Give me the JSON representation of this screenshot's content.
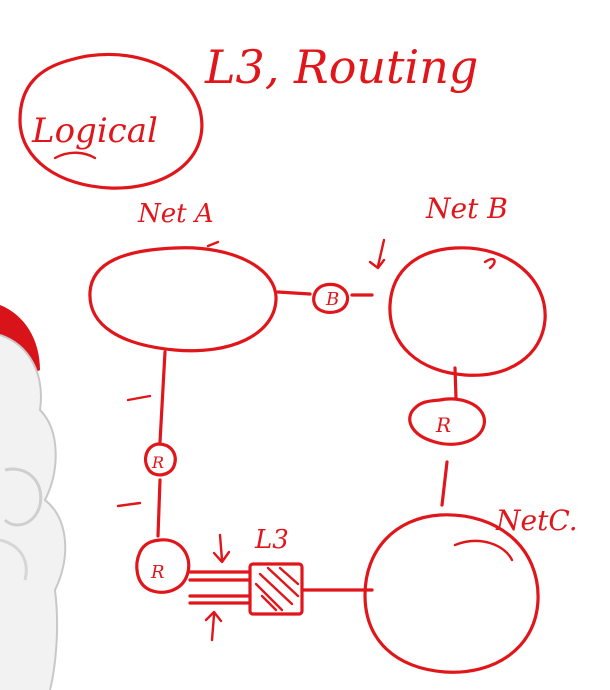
{
  "whiteboard": {
    "title": "L3, Routing",
    "circled_note": "Logical",
    "nodes": {
      "net_a": "Net A",
      "net_b": "Net B",
      "net_c": "NetC.",
      "l3_switch": "L3"
    },
    "router_letter": "R",
    "bridge_letter": "B"
  },
  "colors": {
    "ink": "#e0161b",
    "background": "#ffffff",
    "mascot_red": "#d8141a",
    "mascot_white": "#f2f2f2"
  }
}
